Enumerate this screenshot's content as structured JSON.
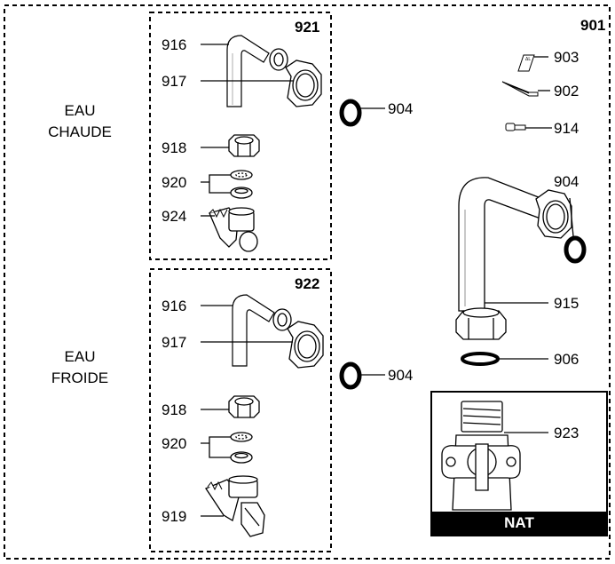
{
  "groups": {
    "hot": "EAU\nCHAUDE",
    "cold": "EAU\nFROIDE"
  },
  "kits": {
    "hot": "921",
    "cold": "922",
    "accessory": "901"
  },
  "nat_label": "NAT",
  "labels": {
    "k921_916": "916",
    "k921_917": "917",
    "k921_918": "918",
    "k921_920": "920",
    "k921_924": "924",
    "k922_916": "916",
    "k922_917": "917",
    "k922_918": "918",
    "k922_920": "920",
    "k922_919": "919",
    "seal_upper": "904",
    "seal_lower": "904",
    "p903": "903",
    "p902": "902",
    "p914": "914",
    "p904_right": "904",
    "p915": "915",
    "p906": "906",
    "p923": "923"
  },
  "icons": [
    "elbow-pipe-icon",
    "union-nut-icon",
    "hex-nut-icon",
    "washer-icon",
    "angle-valve-icon",
    "gas-cock-icon",
    "screw-icon",
    "drill-bit-icon",
    "seal-ring-icon"
  ]
}
